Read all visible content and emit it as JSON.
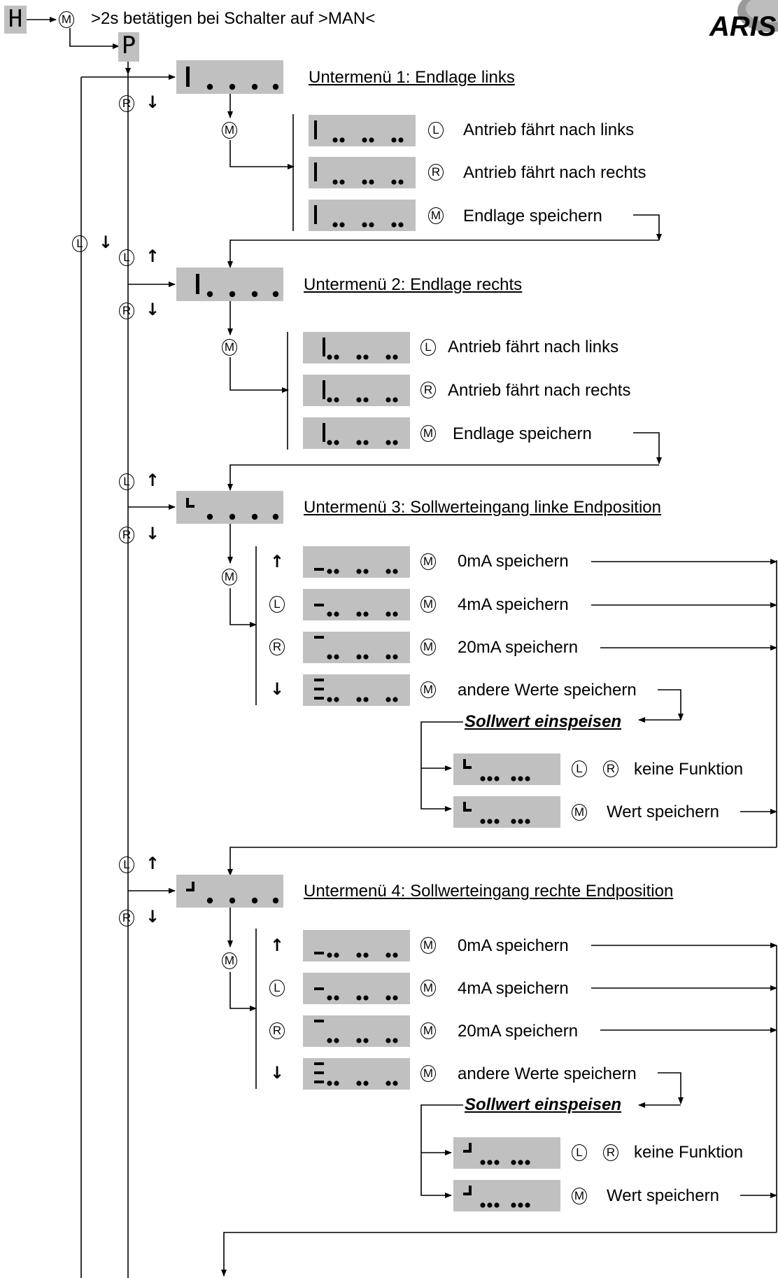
{
  "header": {
    "start_symbol": "H",
    "program_symbol": "P",
    "hint": ">2s betätigen bei Schalter auf >MAN<",
    "logo_text": "ARIS"
  },
  "keys": {
    "M": "M",
    "L": "L",
    "R": "R"
  },
  "arrows": {
    "up": "↑",
    "down": "↓"
  },
  "submenus": [
    {
      "title": "Untermenü 1: Endlage links",
      "items": [
        "Antrieb fährt nach links",
        "Antrieb fährt nach rechts",
        "Endlage speichern"
      ]
    },
    {
      "title": "Untermenü 2: Endlage rechts",
      "items": [
        "Antrieb fährt nach links",
        "Antrieb fährt nach rechts",
        "Endlage speichern"
      ]
    },
    {
      "title": "Untermenü 3: Sollwerteingang linke Endposition",
      "items": [
        "0mA speichern",
        "4mA speichern",
        "20mA speichern",
        "andere Werte speichern"
      ],
      "sollwert": "Sollwert einspeisen",
      "sub_items": [
        "keine Funktion",
        "Wert speichern"
      ]
    },
    {
      "title": "Untermenü 4: Sollwerteingang rechte Endposition",
      "items": [
        "0mA speichern",
        "4mA speichern",
        "20mA speichern",
        "andere Werte speichern"
      ],
      "sollwert": "Sollwert einspeisen",
      "sub_items": [
        "keine Funktion",
        "Wert speichern"
      ]
    }
  ],
  "colors": {
    "lcd": "#c0c0c0",
    "line": "#000000"
  }
}
